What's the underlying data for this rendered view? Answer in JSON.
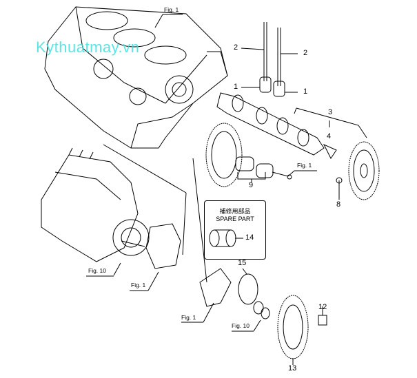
{
  "watermark": "Kythuatmay.vn",
  "labels": {
    "fig1_top": "Fig. 1",
    "p2a": "2",
    "p2b": "2",
    "p1a": "1",
    "p1b": "1",
    "p3": "3",
    "p4": "4",
    "fig1_right": "Fig. 1",
    "p8": "8",
    "p9": "9",
    "fig10_left": "Fig. 10",
    "fig1_pump": "Fig. 1",
    "p15": "15",
    "fig1_bottom": "Fig. 1",
    "fig10_bottom": "Fig. 10",
    "p12": "12",
    "p13": "13"
  },
  "spare_part": {
    "title_jp": "補修用部品",
    "title_en": "SPARE PART",
    "part_no": "14"
  }
}
